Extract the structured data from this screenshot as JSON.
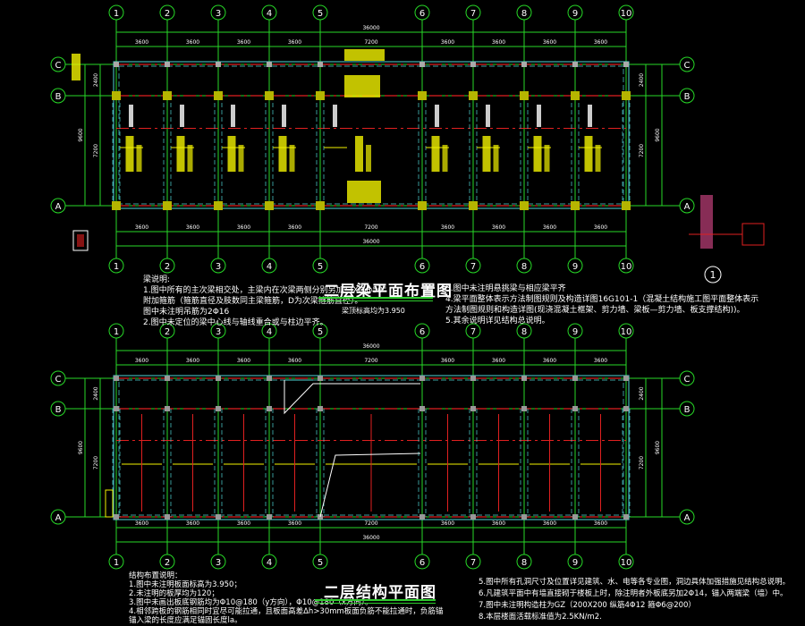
{
  "colors": {
    "grid": "#27d827",
    "wall": "#4fd6d6",
    "beam": "#e02020",
    "text_yellow": "#f2f200",
    "column": "#b5b500",
    "white": "#ffffff"
  },
  "grid": {
    "columns": [
      "1",
      "2",
      "3",
      "4",
      "5",
      "6",
      "7",
      "8",
      "9",
      "10"
    ],
    "rows": [
      "A",
      "B",
      "C"
    ],
    "bay_dims": [
      "3600",
      "3600",
      "3600",
      "3600",
      "7200",
      "3600",
      "3600",
      "3600",
      "3600"
    ],
    "total_dim": "36000",
    "row_dims": [
      "7200",
      "2400"
    ],
    "row_total": "9600"
  },
  "beam_plan": {
    "title": "二层梁平面布置图",
    "subtitle": "梁顶标高均为3.950",
    "notes_left": [
      "梁说明:",
      "1.图中所有的主次梁相交处，主梁内在次梁两侧分别另加\"3XD@50\"",
      "  附加箍筋（箍筋直径及肢数同主梁箍筋，D为次梁箍筋直径）。",
      "  图中未注明吊筋为2Φ16",
      "2.图中未定位的梁中心线与轴线重合或与柱边平齐。"
    ],
    "notes_right": [
      "3.图中未注明悬挑梁与相应梁平齐",
      "4.梁平面整体表示方法制图规则及构造详图16G101-1（混凝土结构施工图平面整体表示",
      "  方法制图规则和构造详图(现浇混凝土框架、剪力墙、梁板—剪力墙、板支撑结构))。",
      "5.其余说明详见结构总说明。"
    ],
    "detail_label": "1"
  },
  "structure_plan": {
    "title": "二层结构平面图",
    "notes_left": [
      "结构布置说明：",
      "1.图中未注明板面标高为3.950；",
      "2.未注明的板厚均为120；",
      "3.图中未画出板底钢筋均为Φ10@180（y方向），Φ10@180（x方向）。",
      "4.相邻跨板的钢筋相同时宜尽可能拉通，且板面高差Δh>30mm板面负筋不能拉通时，负筋锚",
      "  锚入梁的长度应满足锚固长度la。"
    ],
    "notes_right": [
      "5.图中所有孔洞尺寸及位置详见建筑、水、电等各专业图，洞边具体加强措施见结构总说明。",
      "6.凡建筑平面中有墙直接砌于楼板上时，除注明者外板底另加2Φ14，锚入两端梁（墙）中。",
      "7.图中未注明构造柱为GZ（200X200 纵筋4Φ12 箍Φ6@200）",
      "8.本层楼面活载标准值为2.5KN/m2."
    ]
  }
}
